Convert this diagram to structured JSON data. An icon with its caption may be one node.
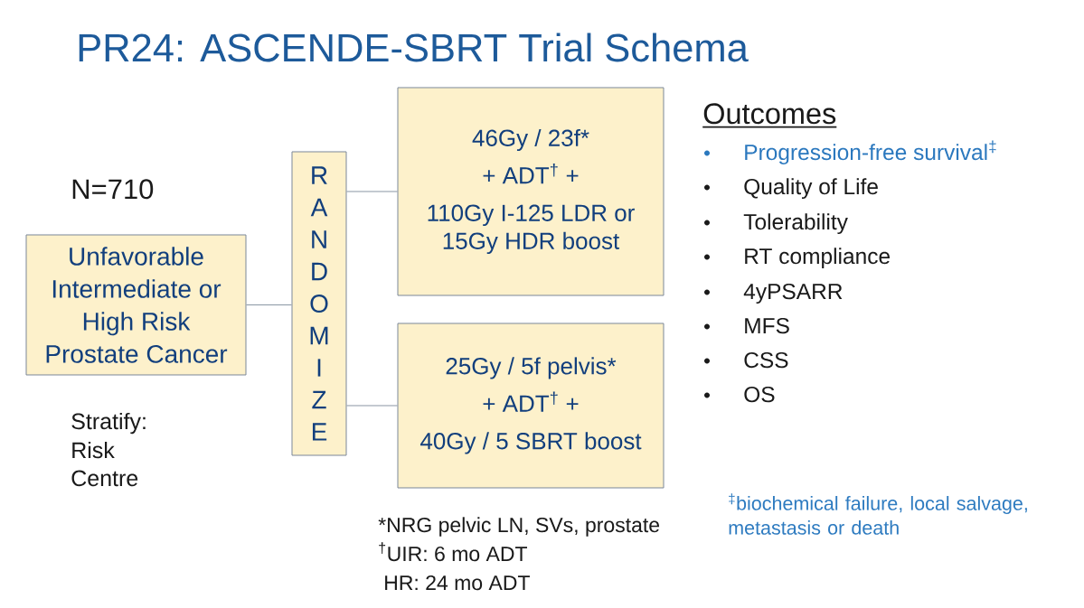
{
  "diagram": {
    "title": "PR24: ASCENDE-SBRT Trial Schema",
    "nodes": [
      {
        "text": [
          "Unfavorable Intermediate or High Risk Prostate Cancer"
        ]
      },
      {
        "text": [
          "RANDOMIZE"
        ]
      },
      {
        "text": [
          "46Gy / 23f*",
          "+ ADT$^{†}$ +",
          "110Gy I-125 LDR or 15Gy HDR boost"
        ]
      },
      {
        "text": [
          "25Gy / 5f pelvis*",
          "+ ADT$^{†}$ +",
          "40Gy / 5 SBRT boost"
        ]
      }
    ],
    "edges": [
      {
        "from": 0,
        "to": 1,
        "arrow": "none"
      },
      {
        "from": 1,
        "to": 2,
        "arrow": "none"
      },
      {
        "from": 1,
        "to": 3,
        "arrow": "none"
      }
    ],
    "labels": [
      "N=710",
      "Stratify:",
      "Risk",
      "Centre",
      "*NRG pelvic LN, SVs, prostate",
      "$^{†}$UIR: 6 mo ADT",
      "HR: 24 mo ADT",
      "Outcomes",
      "Progression-free survival$^{‡}$",
      "Quality of Life",
      "Tolerability",
      "RT compliance",
      "4yPSARR",
      "MFS",
      "CSS",
      "OS",
      "$^{‡}$biochemical failure, local salvage, metastasis or death"
    ]
  }
}
